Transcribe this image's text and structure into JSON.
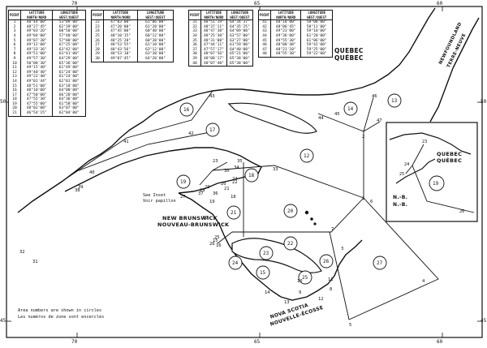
{
  "graticule": {
    "top": [
      "70",
      "65",
      "60"
    ],
    "bottom": [
      "70",
      "65",
      "60"
    ],
    "left": [
      "50",
      "45"
    ],
    "right": [
      "50",
      "45"
    ]
  },
  "tables": [
    {
      "headers": [
        "POINT",
        "LATITUDE NORTH/NORD",
        "LONGITUDE WEST/OUEST"
      ],
      "rows": [
        [
          "1",
          "48°44'00\"",
          "53°09'00\""
        ],
        [
          "2",
          "48°27'45\"",
          "62°39'00\""
        ],
        [
          "3",
          "49°03'26\"",
          "60°50'00\""
        ],
        [
          "4",
          "49°04'00\"",
          "57°40'00\""
        ],
        [
          "5",
          "49°07'30\"",
          "57°08'00\""
        ],
        [
          "6",
          "49°12'00\"",
          "67°25'00\""
        ],
        [
          "7",
          "49°33'36\"",
          "63°42'00\""
        ],
        [
          "8",
          "49°51'00\"",
          "63°41'00\""
        ],
        [
          "9",
          "49°57'30\"",
          "64°29'00\""
        ],
        [
          "10",
          "50°08'30\"",
          "65°36'00\""
        ],
        [
          "11",
          "49°15'48\"",
          "61°49'00\""
        ],
        [
          "12",
          "49°40'40\"",
          "61°24'00\""
        ],
        [
          "13",
          "49°22'40\"",
          "61°24'00\""
        ],
        [
          "14",
          "49°01'44\"",
          "62°01'00\""
        ],
        [
          "15",
          "48°51'00\"",
          "63°18'00\""
        ],
        [
          "16",
          "48°10'00\"",
          "64°00'00\""
        ],
        [
          "17",
          "47°50'00\"",
          "66°20'00\""
        ],
        [
          "18",
          "47°55'30\"",
          "64°36'00\""
        ],
        [
          "19",
          "47°55'00\"",
          "61°58'00\""
        ],
        [
          "20",
          "48°02'00\"",
          "63°07'00\""
        ],
        [
          "21",
          "46°54'15\"",
          "62°04'00\""
        ]
      ]
    },
    {
      "headers": [
        "POINT",
        "LATITUDE NORTH/NORD",
        "LONGITUDE WEST/OUEST"
      ],
      "rows": [
        [
          "22",
          "47°03'00\"",
          "61°06'00\""
        ],
        [
          "23",
          "47°20'00\"",
          "61°20'00\""
        ],
        [
          "24",
          "47°45'00\"",
          "60°40'00\""
        ],
        [
          "25",
          "48°10'15\"",
          "60°12'00\""
        ],
        [
          "26",
          "48°25'20\"",
          "60°38'00\""
        ],
        [
          "27",
          "48°53'55\"",
          "61°10'00\""
        ],
        [
          "28",
          "48°43'56\"",
          "63°12'00\""
        ],
        [
          "29",
          "48°53'10\"",
          "63°38'00\""
        ],
        [
          "30",
          "49°07'45\"",
          "64°20'00\""
        ]
      ]
    },
    {
      "headers": [
        "POINT",
        "LATITUDE NORTH/NORD",
        "LONGITUDE WEST/OUEST"
      ],
      "rows": [
        [
          "31",
          "48°51'19\"",
          "64°34'37\""
        ],
        [
          "32",
          "48°37'11\"",
          "64°35'25\""
        ],
        [
          "33",
          "48°47'30\"",
          "64°09'00\""
        ],
        [
          "34",
          "48°25'30\"",
          "63°57'00\""
        ],
        [
          "35",
          "48°31'00\"",
          "63°27'00\""
        ],
        [
          "36",
          "47°44'11\"",
          "61°59'00\""
        ],
        [
          "37",
          "47°57'17\"",
          "64°40'00\""
        ],
        [
          "38",
          "48°07'56\"",
          "65°21'00\""
        ],
        [
          "39",
          "48°08'17\"",
          "65°38'00\""
        ],
        [
          "40",
          "48°07'40\"",
          "65°38'00\""
        ]
      ]
    },
    {
      "headers": [
        "POINT",
        "LATITUDE NORTH/NORD",
        "LONGITUDE WEST/OUEST"
      ],
      "rows": [
        [
          "41",
          "48°18'00\"",
          "58°08'00\""
        ],
        [
          "42",
          "48°06'45\"",
          "58°11'00\""
        ],
        [
          "43",
          "49°23'00\"",
          "59°10'00\""
        ],
        [
          "44",
          "49°36'00\"",
          "61°20'00\""
        ],
        [
          "45",
          "49°55'30\"",
          "61°06'00\""
        ],
        [
          "46",
          "48°08'48\"",
          "59°42'00\""
        ],
        [
          "47",
          "48°21'10\"",
          "59°25'00\""
        ],
        [
          "48",
          "48°55'30\"",
          "59°22'00\""
        ]
      ]
    }
  ],
  "places": {
    "quebec_en": "QUEBEC",
    "quebec_fr": "QUÉBEC",
    "newfoundland_en": "NEWFOUNDLAND",
    "newfoundland_fr": "TERRE-NEUVE",
    "nb_en": "NEW BRUNSWICK",
    "nb_fr": "NOUVEAU-BRUNSWICK",
    "ns_en": "NOVA SCOTIA",
    "ns_fr": "NOUVELLE-ÉCOSSE",
    "see_inset": "See Inset",
    "voir_papillon": "Voir papillon"
  },
  "inset": {
    "quebec_en": "QUEBEC",
    "quebec_fr": "QUÉBEC",
    "nb_en": "N.-B.",
    "nb_fr": "N.-B.",
    "zone": "19",
    "points": [
      "23",
      "24",
      "25",
      "26"
    ]
  },
  "notes": {
    "en": "Area numbers are shown in circles",
    "fr": "Les numéros de zone sont encerclés"
  },
  "zones": [
    "12",
    "13",
    "14",
    "15",
    "16",
    "17",
    "18",
    "19",
    "20",
    "21",
    "22",
    "23",
    "24",
    "25",
    "26",
    "27"
  ],
  "points": [
    "1",
    "2",
    "3",
    "4",
    "5",
    "6",
    "7",
    "8",
    "9",
    "10",
    "11",
    "12",
    "13",
    "14",
    "15",
    "16",
    "17",
    "18",
    "19",
    "20",
    "21",
    "22",
    "23",
    "24",
    "25",
    "26",
    "27",
    "28",
    "29",
    "30",
    "31",
    "32",
    "33",
    "34",
    "35",
    "36",
    "37",
    "38",
    "39",
    "40",
    "41",
    "42",
    "43",
    "44",
    "45",
    "46",
    "47"
  ]
}
